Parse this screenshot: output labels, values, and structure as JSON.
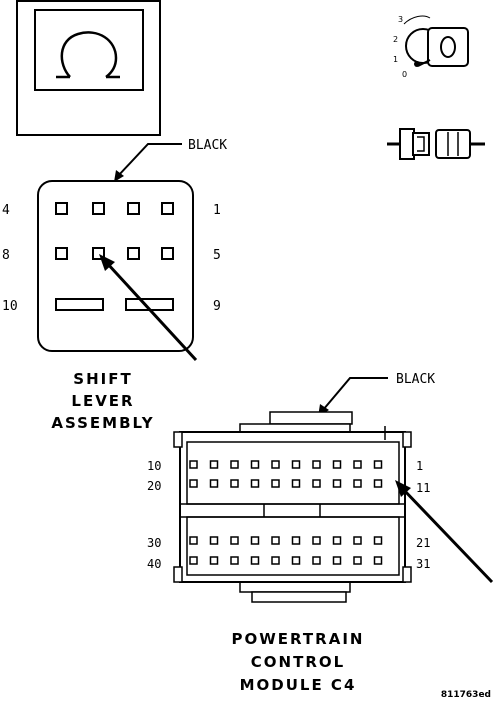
{
  "diagram": {
    "figure_id": "811763ed",
    "symbol_icon": "omega-symbol-icon",
    "ignition_icon": "ignition-key-icon",
    "ignition_positions": [
      "3",
      "2",
      "1",
      "0"
    ],
    "connector_icon": "connector-plug-icon",
    "shift_lever": {
      "color_label": "BLACK",
      "title_lines": [
        "SHIFT",
        "LEVER",
        "ASSEMBLY"
      ],
      "pin_labels": {
        "row1_left": "4",
        "row1_right": "1",
        "row2_left": "8",
        "row2_right": "5",
        "row3_left": "10",
        "row3_right": "9"
      }
    },
    "pcm": {
      "color_label": "BLACK",
      "title_lines": [
        "POWERTRAIN",
        "CONTROL",
        "MODULE C4"
      ],
      "pin_labels": {
        "r1_left": "10",
        "r1_right": "1",
        "r2_left": "20",
        "r2_right": "11",
        "r3_left": "30",
        "r3_right": "21",
        "r4_left": "40",
        "r4_right": "31"
      }
    }
  }
}
